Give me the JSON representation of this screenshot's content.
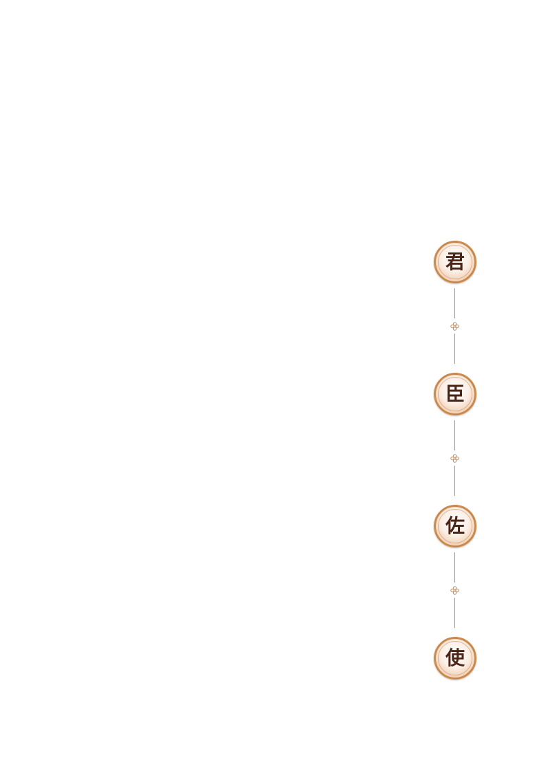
{
  "nav": {
    "items": [
      {
        "label": "君"
      },
      {
        "label": "臣"
      },
      {
        "label": "佐"
      },
      {
        "label": "使"
      }
    ]
  },
  "colors": {
    "ring": "#c98a4f",
    "text": "#4a2416",
    "line": "#b88a62"
  },
  "icons": {
    "separator": "diamond-flower-icon"
  }
}
